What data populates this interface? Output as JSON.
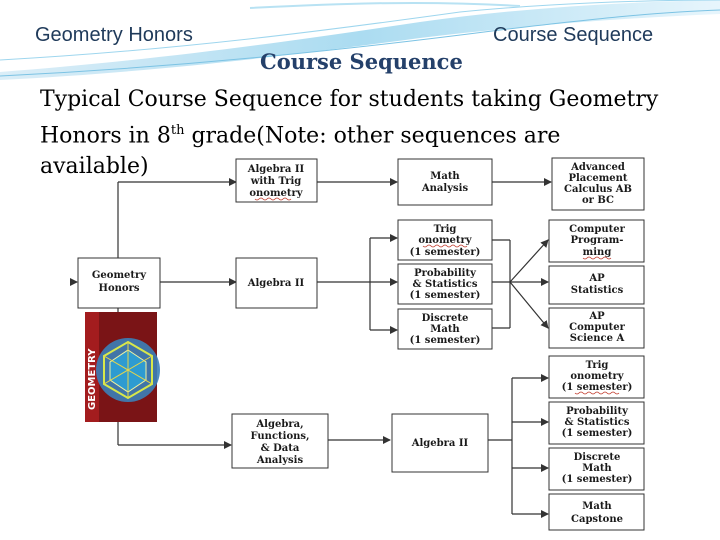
{
  "header": {
    "title_left": "Geometry Honors",
    "title_right": "Course Sequence",
    "subtitle": "Course Sequence"
  },
  "body": {
    "line1": "Typical Course Sequence for students taking Geometry",
    "line2_pre": "Honors in 8",
    "line2_sup": "th",
    "line2_post": " grade(Note: other sequences are",
    "line3": "available)"
  },
  "book": {
    "spine_text": "GEOMETRY"
  },
  "nodes": {
    "geometry_honors": [
      "Geometry",
      "Honors"
    ],
    "algebra2_trig": [
      "Algebra II",
      "with Trig",
      "onometry"
    ],
    "algebra2_mid": [
      "Algebra II"
    ],
    "math_analysis": [
      "Math",
      "Analysis"
    ],
    "trig_top": [
      "Trig",
      "onometry",
      "(1 semester)"
    ],
    "prob_stats_top": [
      "Probability",
      "& Statistics",
      "(1 semester)"
    ],
    "discrete_top": [
      "Discrete",
      "Math",
      "(1 semester)"
    ],
    "ap_calc": [
      "Advanced",
      "Placement",
      "Calculus AB",
      "or BC"
    ],
    "comp_prog": [
      "Computer",
      "Program-",
      "ming"
    ],
    "ap_stats": [
      "AP",
      "Statistics"
    ],
    "ap_cs": [
      "AP",
      "Computer",
      "Science A"
    ],
    "alg_func": [
      "Algebra,",
      "Functions,",
      "& Data",
      "Analysis"
    ],
    "algebra2_low": [
      "Algebra II"
    ],
    "trig_low": [
      "Trig",
      "onometry",
      "(1 semester)"
    ],
    "prob_stats_low": [
      "Probability",
      "& Statistics",
      "(1 semester)"
    ],
    "discrete_low": [
      "Discrete",
      "Math",
      "(1 semester)"
    ],
    "capstone": [
      "Math",
      "Capstone"
    ]
  }
}
